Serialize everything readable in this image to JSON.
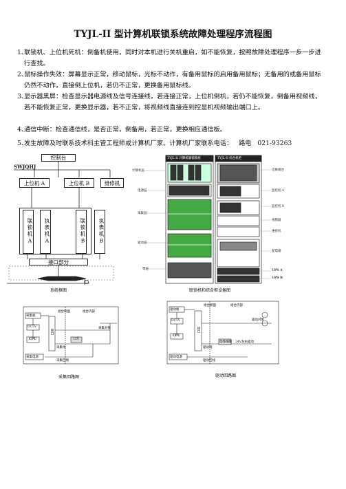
{
  "title": "TYJL-II 型计算机联锁系统故障处理程序流程图",
  "steps": [
    {
      "num": "1、",
      "text": "联锁机、上位机死机：倒备机使用，同时对本机进行关机重启，如不能恢复，按照故障处理程序一步一步进行查找。"
    },
    {
      "num": "2、",
      "text": "鼠标操作失效：屏幕显示正常，移动鼠标，光标不动作，有备用鼠标的启用备用鼠标；无备用的或备用鼠标仍然不动作，直接倒上位机，若仍不正常，更换备用鼠标线。"
    },
    {
      "num": "3、",
      "text": "显示器黑屏：检查显示器电源线及信号连接线，若连接正常，上位机倒机，若仍不能恢复，倒备用视频线，若不能恢复正常，更换显示器，若不正常，将视频线直接连到控显机视频输出端口上。"
    },
    {
      "num": "4、",
      "text": "通信中断：检查通信线，是否正常，倒备用，若正常，更换相应通信板。"
    },
    {
      "num": "5、",
      "text": "发生故障及时联系技术科主管工程师或计算机厂家。计算机厂家联系电话：",
      "phone_label": "路电",
      "phone": "021-93263"
    }
  ],
  "system_diagram": {
    "console": "控制台",
    "switch": "SWJQHJ",
    "upper_a": "上位机 A",
    "upper_b": "上位机 B",
    "maint": "维修机",
    "cols": [
      "联锁机A",
      "执表机A",
      "联锁机B",
      "执表机B"
    ],
    "interface": "接口部分",
    "caption": "系统框图"
  },
  "cabinet_diagram": {
    "header_left": "TYJL-II 计算机联锁系统",
    "header_right": "TYJL-II 综合机柜",
    "left_labels": [
      "计算机层",
      "电源层",
      "采集层",
      "驱动层",
      "零层"
    ],
    "right_labels": [
      "切换组合",
      "监控机 A",
      "监控机 B",
      "视频器",
      "维修机",
      "配电箱",
      "UPS A",
      "UPS B"
    ],
    "caption": "联锁机和综合柜设备图"
  },
  "acq_diagram": {
    "labels": [
      "采集板",
      "DC5V",
      "CPU",
      "采集电源",
      "接口",
      "组合侧面",
      "组合内部",
      "采集对象",
      "采集线",
      "采集回线",
      "12V"
    ],
    "caption": "采集回路图"
  },
  "drv_diagram": {
    "labels": [
      "驱动板",
      "DC5V",
      "CPU",
      "驱动电源",
      "接口",
      "组合侧面",
      "组合内部",
      "驱动对象",
      "驱动线",
      "驱动回线",
      "动作线圈",
      "24V左右驱动"
    ],
    "caption": "驱动回路图"
  }
}
